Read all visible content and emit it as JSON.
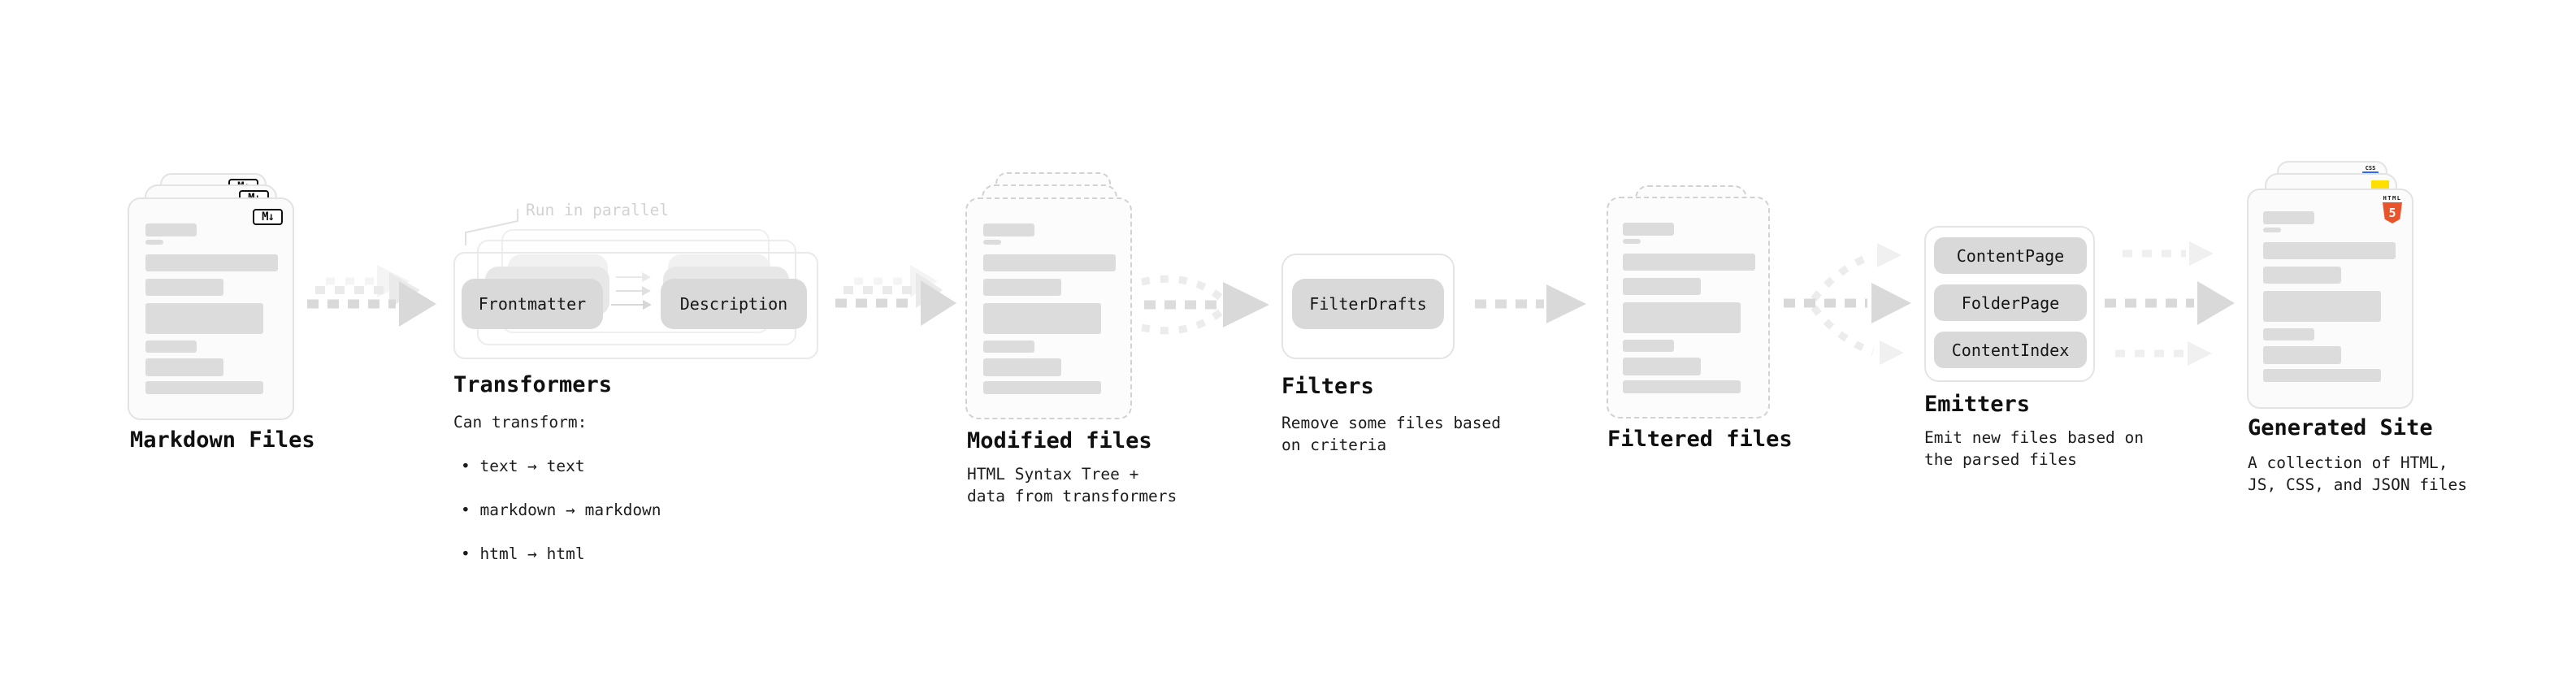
{
  "stages": {
    "markdown_files": {
      "title": "Markdown Files",
      "badge": "M↓"
    },
    "transformers": {
      "title": "Transformers",
      "parallel_note": "Run in parallel",
      "input_pill": "Frontmatter",
      "output_pill": "Description",
      "desc_heading": "Can transform:",
      "bullet_1": "• text → text",
      "bullet_2": "• markdown → markdown",
      "bullet_3": "• html → html"
    },
    "modified_files": {
      "title": "Modified files",
      "desc": "HTML Syntax Tree +\ndata from transformers"
    },
    "filters": {
      "title": "Filters",
      "pill": "FilterDrafts",
      "desc": "Remove some files based\non criteria"
    },
    "filtered_files": {
      "title": "Filtered files"
    },
    "emitters": {
      "title": "Emitters",
      "pill_1": "ContentPage",
      "pill_2": "FolderPage",
      "pill_3": "ContentIndex",
      "desc": "Emit new files based on\nthe parsed files"
    },
    "generated_site": {
      "title": "Generated Site",
      "desc": "A collection of HTML,\nJS, CSS, and JSON files",
      "css_badge": "CSS",
      "html_badge_label": "HTML",
      "html_badge_number": "5"
    }
  },
  "colors": {
    "html5_orange": "#e8542c",
    "js_yellow": "#ffdf00",
    "css_blue": "#2f6bee",
    "pill_gray": "#d9d9d9",
    "arrow_gray": "#d9d9d9"
  }
}
